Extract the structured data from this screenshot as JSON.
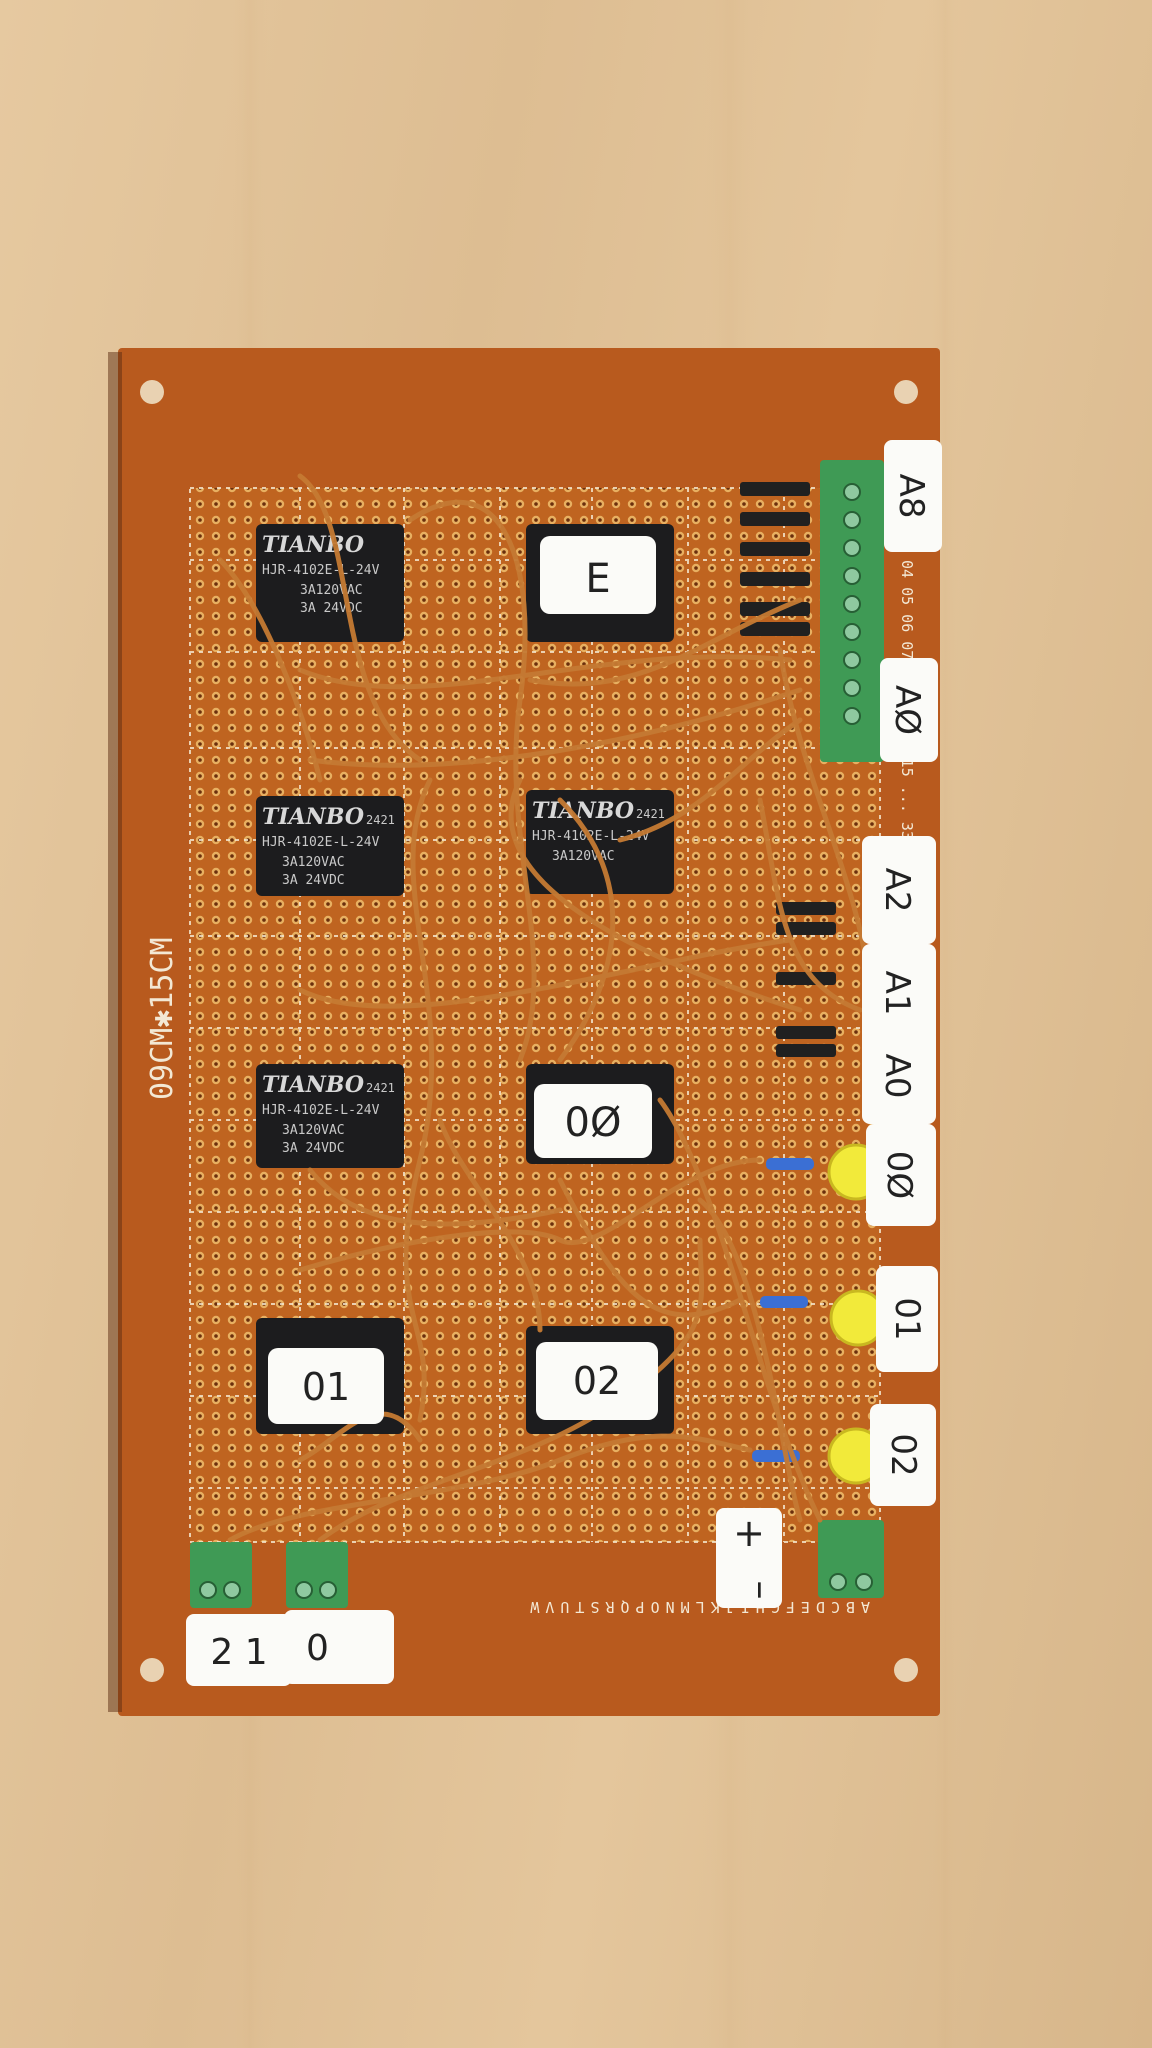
{
  "board": {
    "size_marking": "09CM✱15CM",
    "column_letters": "ABCDEFGHIJKLMNOPQRSTUVW",
    "row_numbers": "04 05 06 07 ... 13 14 15 ... 33 34 ... 45 46 47 48",
    "color": "#b85a1e"
  },
  "relays": [
    {
      "brand": "TIANBO",
      "model": "HJR-4102E-L-24V",
      "rating1": "3A120VAC",
      "rating2": "3A 24VDC"
    },
    {
      "brand": "TIANBO",
      "date": "2421",
      "model": "HJR-4102E-L-24V",
      "rating1": "3A120VAC",
      "rating2": "3A 24VDC"
    },
    {
      "brand": "TIANBO",
      "date": "2421",
      "model": "HJR-4102E-L-24V",
      "rating1": "3A120VAC"
    },
    {
      "brand": "TIANBO",
      "date": "2421",
      "model": "HJR-4102E-L-24V",
      "rating1": "3A120VAC",
      "rating2": "3A 24VDC"
    }
  ],
  "paper_labels": {
    "relay_e": "E",
    "relay_o0": "0Ø",
    "relay_o1": "01",
    "relay_o2": "02",
    "addr_a8": "A8",
    "addr_a0_top": "AØ",
    "addr_a2": "A2",
    "addr_a1": "A1",
    "addr_a0": "A0",
    "out_o0": "0Ø",
    "out_o1": "01",
    "out_o2": "02",
    "power_plus": "+",
    "power_minus": "–",
    "outputs_21": "2 1",
    "output_0": "0"
  },
  "colors": {
    "wire": "#c57a33",
    "led": "#f2ea3a",
    "terminal": "#3f9a55",
    "relay_body": "#1c1c1e"
  }
}
